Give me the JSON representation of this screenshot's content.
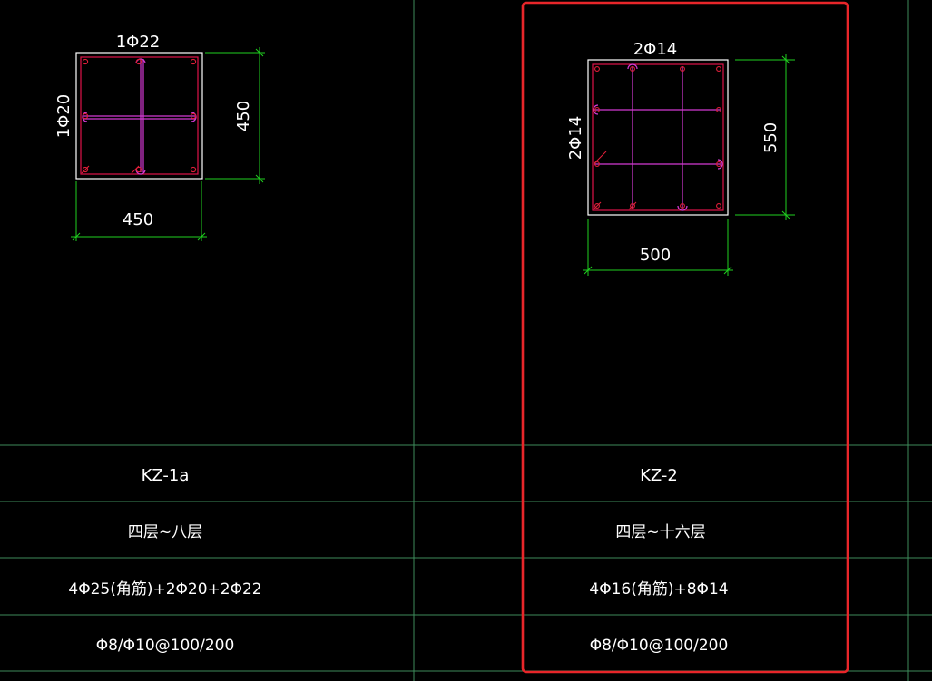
{
  "colors": {
    "background": "#000000",
    "grid_line": "#3e8a5a",
    "dimension": "#1fd11f",
    "outline": "#ffffff",
    "stirrup": "#e0134a",
    "tie": "#d43ad4",
    "rebar": "#e01f3a",
    "highlight": "#e8262a",
    "text": "#ffffff"
  },
  "columns": [
    {
      "id": "kz-1a",
      "top_bar_label": "1Φ22",
      "side_bar_label": "1Φ20",
      "width_dim": "450",
      "height_dim": "450",
      "name": "KZ-1a",
      "floors": "四层~八层",
      "longitudinal": "4Φ25(角筋)+2Φ20+2Φ22",
      "stirrup": "Φ8/Φ10@100/200"
    },
    {
      "id": "kz-2",
      "top_bar_label": "2Φ14",
      "side_bar_label": "2Φ14",
      "width_dim": "500",
      "height_dim": "550",
      "name": "KZ-2",
      "floors": "四层~十六层",
      "longitudinal": "4Φ16(角筋)+8Φ14",
      "stirrup": "Φ8/Φ10@100/200"
    }
  ]
}
